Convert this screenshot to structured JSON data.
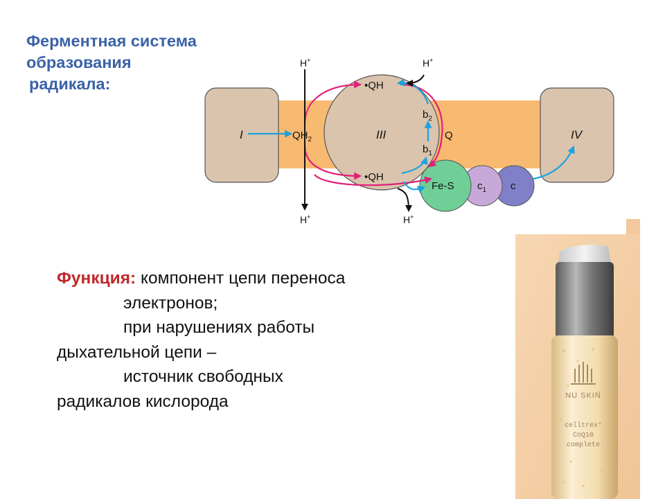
{
  "title": {
    "line1": "Ферментная система",
    "line2": "образования",
    "line3": "радикала:"
  },
  "diagram": {
    "complex_I": "I",
    "complex_III": "III",
    "complex_IV": "IV",
    "qh2": "QH",
    "qh2_sub": "2",
    "qh_top": "•QH",
    "qh_bottom": "•QH",
    "q": "Q",
    "b2": "b",
    "b2_sub": "2",
    "b1": "b",
    "b1_sub": "1",
    "fes": "Fe-S",
    "c1": "c",
    "c1_sub": "1",
    "c": "c",
    "h_top_left": "H",
    "h_top_right": "H",
    "h_bottom_left": "H",
    "h_bottom_right": "H",
    "h_plus": "+",
    "colors": {
      "membrane": "#f8b971",
      "complex": "#dac4ad",
      "complex_border": "#555555",
      "fes": "#6fcf97",
      "c1": "#c8a8d8",
      "c": "#8080c8",
      "magenta_arrow": "#e0207a",
      "cyan_arrow": "#1aa3e0"
    }
  },
  "description": {
    "label": "Функция:",
    "line1": " компонент цепи переноса",
    "line2": "электронов;",
    "line3": "при нарушениях работы",
    "line4": "дыхательной цепи –",
    "line5": "источник свободных",
    "line6": "радикалов кислорода"
  },
  "product": {
    "brand": "NU SKIN",
    "name1": "celltrex°",
    "name2": "CoQ10",
    "name3": "complete"
  },
  "colors": {
    "title": "#3a62a7",
    "label": "#c0282c"
  }
}
